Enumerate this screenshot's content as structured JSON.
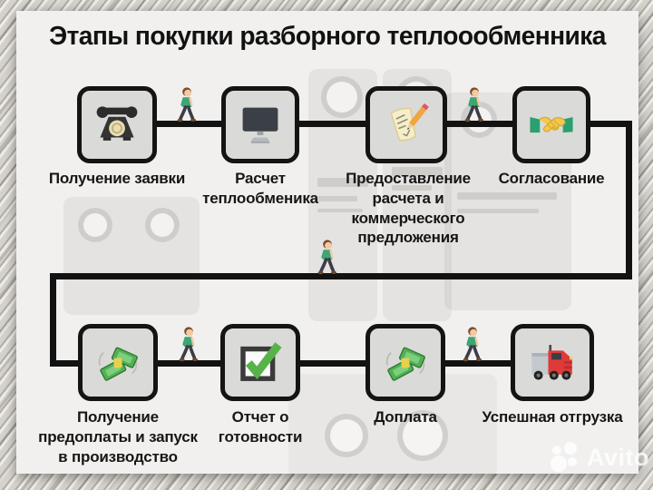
{
  "title": "Этапы покупки разборного теплоообменника",
  "flow": {
    "steps": [
      {
        "label": "Получение заявки",
        "icon": "phone-icon"
      },
      {
        "label": "Расчет\nтеплообменика",
        "icon": "monitor-icon"
      },
      {
        "label": "Предоставление\nрасчета и\nкоммерческого\nпредложения",
        "icon": "document-pencil-icon"
      },
      {
        "label": "Согласование",
        "icon": "handshake-icon"
      },
      {
        "label": "Получение\nпредоплаты и запуск\nв производство",
        "icon": "money-icon"
      },
      {
        "label": "Отчет о\nготовности",
        "icon": "checkbox-check-icon"
      },
      {
        "label": "Доплата",
        "icon": "money-icon"
      },
      {
        "label": "Успешная отгрузка",
        "icon": "truck-icon"
      }
    ],
    "between_steps_icon": "walking-person-icon"
  },
  "watermark": {
    "brand": "Avito"
  },
  "colors": {
    "panel": "#f1f0ee",
    "box_fill": "#dadad8",
    "connector": "#121212",
    "money_green": "#5cb85c",
    "check_green": "#57b24a",
    "truck_red": "#df3a3a",
    "handshake_yellow": "#f4c84e",
    "sleeve_green": "#2ba06f",
    "shirt_green": "#3fa573"
  }
}
